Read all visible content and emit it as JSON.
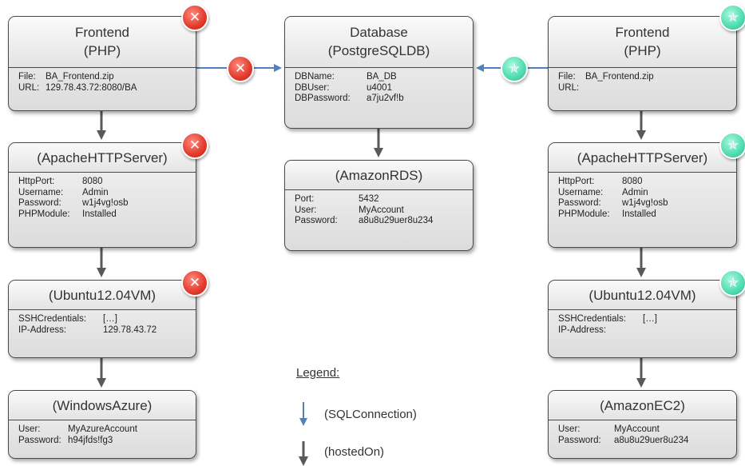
{
  "nodes": {
    "frontend_left": {
      "title1": "Frontend",
      "title2": "(PHP)",
      "props": [
        {
          "k": "File:",
          "v": "BA_Frontend.zip"
        },
        {
          "k": "URL:",
          "v": "129.78.43.72:8080/BA"
        }
      ]
    },
    "apache_left": {
      "title": "(ApacheHTTPServer)",
      "props": [
        {
          "k": "HttpPort:",
          "v": "8080"
        },
        {
          "k": "Username:",
          "v": "Admin"
        },
        {
          "k": "Password:",
          "v": "w1j4vg!osb"
        },
        {
          "k": "PHPModule:",
          "v": "Installed"
        }
      ]
    },
    "ubuntu_left": {
      "title": "(Ubuntu12.04VM)",
      "props": [
        {
          "k": "SSHCredentials:",
          "v": "[…]"
        },
        {
          "k": "IP-Address:",
          "v": "129.78.43.72"
        }
      ]
    },
    "azure": {
      "title": "(WindowsAzure)",
      "props": [
        {
          "k": "User:",
          "v": "MyAzureAccount"
        },
        {
          "k": "Password:",
          "v": "h94jfds!fg3"
        }
      ]
    },
    "database": {
      "title1": "Database",
      "title2": "(PostgreSQLDB)",
      "props": [
        {
          "k": "DBName:",
          "v": "BA_DB"
        },
        {
          "k": "DBUser:",
          "v": "u4001"
        },
        {
          "k": "DBPassword:",
          "v": "a7ju2vf!b"
        }
      ]
    },
    "rds": {
      "title": "(AmazonRDS)",
      "props": [
        {
          "k": "Port:",
          "v": "5432"
        },
        {
          "k": "User:",
          "v": "MyAccount"
        },
        {
          "k": "Password:",
          "v": "a8u8u29uer8u234"
        }
      ]
    },
    "frontend_right": {
      "title1": "Frontend",
      "title2": "(PHP)",
      "props": [
        {
          "k": "File:",
          "v": "BA_Frontend.zip"
        },
        {
          "k": "URL:",
          "v": ""
        }
      ]
    },
    "apache_right": {
      "title": "(ApacheHTTPServer)",
      "props": [
        {
          "k": "HttpPort:",
          "v": "8080"
        },
        {
          "k": "Username:",
          "v": "Admin"
        },
        {
          "k": "Password:",
          "v": "w1j4vg!osb"
        },
        {
          "k": "PHPModule:",
          "v": "Installed"
        }
      ]
    },
    "ubuntu_right": {
      "title": "(Ubuntu12.04VM)",
      "props": [
        {
          "k": "SSHCredentials:",
          "v": "[…]"
        },
        {
          "k": "IP-Address:",
          "v": ""
        }
      ]
    },
    "ec2": {
      "title": "(AmazonEC2)",
      "props": [
        {
          "k": "User:",
          "v": "MyAccount"
        },
        {
          "k": "Password:",
          "v": "a8u8u29uer8u234"
        }
      ]
    }
  },
  "legend": {
    "title": "Legend:",
    "sql_label": "(SQLConnection)",
    "hosted_label": "(hostedOn)"
  },
  "badges": {
    "fail_glyph": "✕",
    "ok_glyph": "✯"
  },
  "colors": {
    "sql_edge": "#4f81bd",
    "hosted_edge": "#595959",
    "fail": "#e23a2c",
    "ok": "#4fdcb0"
  }
}
